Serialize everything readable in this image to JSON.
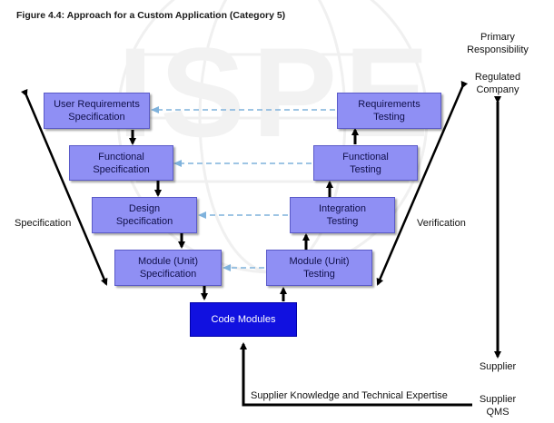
{
  "figure_title": "Figure 4.4: Approach for a Custom Application (Category 5)",
  "left_boxes": [
    {
      "text": "User Requirements\nSpecification"
    },
    {
      "text": "Functional\nSpecification"
    },
    {
      "text": "Design\nSpecification"
    },
    {
      "text": "Module (Unit)\nSpecification"
    }
  ],
  "right_boxes": [
    {
      "text": "Requirements\nTesting"
    },
    {
      "text": "Functional\nTesting"
    },
    {
      "text": "Integration\nTesting"
    },
    {
      "text": "Module (Unit)\nTesting"
    }
  ],
  "code_modules": "Code Modules",
  "labels": {
    "specification": "Specification",
    "verification": "Verification",
    "primary_responsibility": "Primary\nResponsibility",
    "regulated_company": "Regulated\nCompany",
    "supplier": "Supplier",
    "supplier_qms": "Supplier\nQMS",
    "supplier_knowledge": "Supplier Knowledge and Technical Expertise"
  },
  "watermark_text": "ISPE",
  "colors": {
    "box_fill": "#8f8ff4",
    "code_fill": "#1111e0",
    "dashed_arrow": "#7fb2dc",
    "watermark": "#efefef"
  }
}
